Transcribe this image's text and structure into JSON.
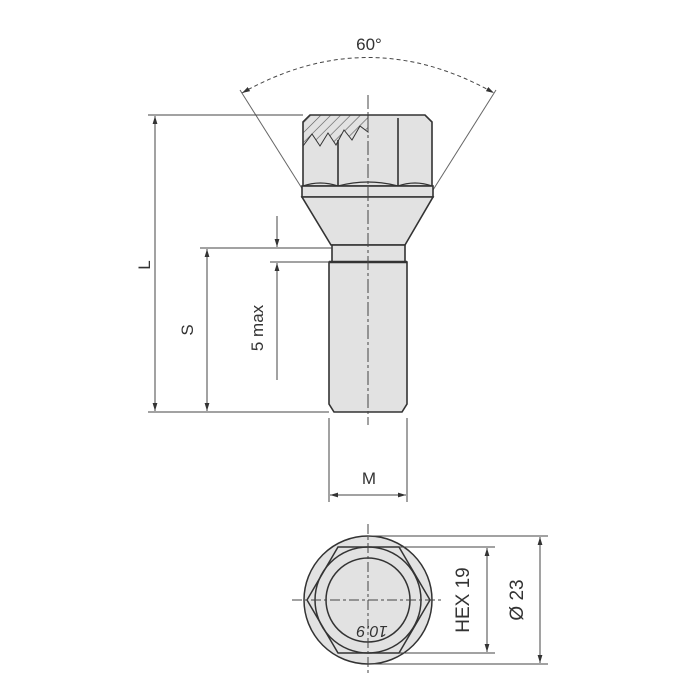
{
  "drawing": {
    "angle_label": "60°",
    "length_label": "L",
    "thread_length_label": "S",
    "collar_label": "5 max",
    "thread_label": "M",
    "hex_label": "HEX 19",
    "diameter_label": "Ø 23",
    "grade_marking": "10.9"
  },
  "colors": {
    "line": "#333333",
    "fill": "#e2e2e2",
    "thin": "#555555"
  }
}
